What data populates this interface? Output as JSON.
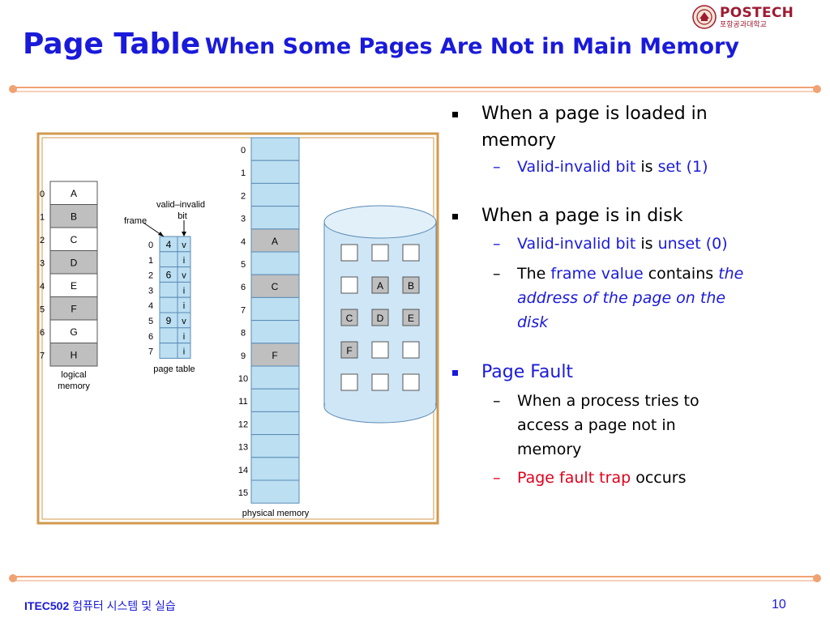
{
  "title": {
    "main": "Page Table",
    "sub": "When Some Pages Are Not in Main Memory"
  },
  "logo": {
    "name": "POSTECH",
    "korean": "포항공과대학교"
  },
  "diagram": {
    "logical_memory": {
      "label_line1": "logical",
      "label_line2": "memory",
      "indices": [
        "0",
        "1",
        "2",
        "3",
        "4",
        "5",
        "6",
        "7"
      ],
      "pages": [
        "A",
        "B",
        "C",
        "D",
        "E",
        "F",
        "G",
        "H"
      ]
    },
    "page_table": {
      "frame_label": "frame",
      "bit_label_line1": "valid–invalid",
      "bit_label_line2": "bit",
      "caption": "page table",
      "indices": [
        "0",
        "1",
        "2",
        "3",
        "4",
        "5",
        "6",
        "7"
      ],
      "frames": [
        "4",
        "",
        "6",
        "",
        "",
        "9",
        "",
        ""
      ],
      "bits": [
        "v",
        "i",
        "v",
        "i",
        "i",
        "v",
        "i",
        "i"
      ]
    },
    "physical_memory": {
      "caption": "physical memory",
      "indices": [
        "0",
        "1",
        "2",
        "3",
        "4",
        "5",
        "6",
        "7",
        "8",
        "9",
        "10",
        "11",
        "12",
        "13",
        "14",
        "15"
      ],
      "contents": [
        "",
        "",
        "",
        "",
        "A",
        "",
        "C",
        "",
        "",
        "F",
        "",
        "",
        "",
        "",
        "",
        ""
      ]
    },
    "disk": {
      "rows": [
        [
          "",
          "",
          ""
        ],
        [
          "",
          "A",
          "B"
        ],
        [
          "C",
          "D",
          "E"
        ],
        [
          "F",
          "",
          ""
        ],
        [
          "",
          "",
          ""
        ]
      ]
    }
  },
  "bullets": {
    "b1": {
      "text_line1": "When a page is loaded in",
      "text_line2": "memory",
      "sub1": {
        "term": "Valid-invalid bit",
        "mid": " is ",
        "val": "set (1)"
      }
    },
    "b2": {
      "text": "When a page is in disk",
      "sub1": {
        "term": "Valid-invalid bit",
        "mid": " is ",
        "val": "unset (0)"
      },
      "sub2": {
        "pre": "The ",
        "term": "frame value",
        "mid": " contains ",
        "italic_line1": "the",
        "italic_line2": "address of the page on the",
        "italic_line3": "disk"
      }
    },
    "b3": {
      "text": "Page Fault",
      "sub1": {
        "line1": "When a process tries to",
        "line2": "access a page not in",
        "line3": "memory"
      },
      "sub2": {
        "term": "Page fault trap",
        "rest": " occurs"
      }
    }
  },
  "footer": {
    "course": "ITEC502",
    "course_name": "컴퓨터 시스템 및 실습",
    "page_number": "10"
  },
  "colors": {
    "title": "#1a1adb",
    "accent_line": "#f0a273",
    "red": "#e0001b",
    "cell_fill": "#bcdff2",
    "gray_cell": "#bfbfbf",
    "figure_border": "#d29a4f",
    "disk_fill": "#cfe6f6"
  }
}
